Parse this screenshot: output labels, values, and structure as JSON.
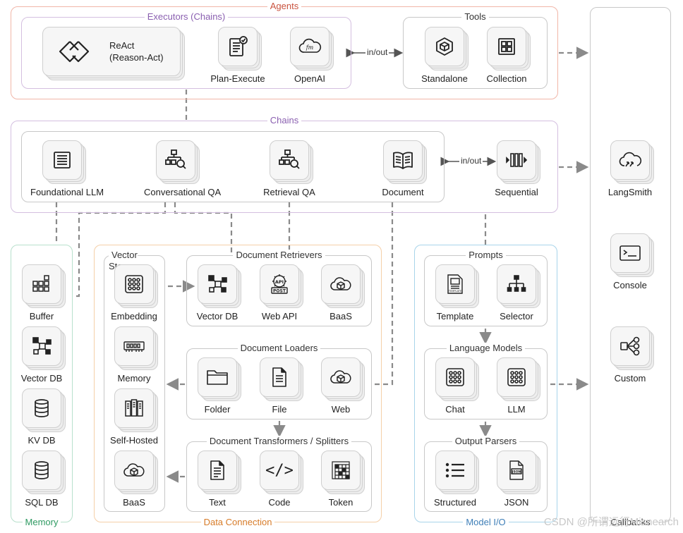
{
  "agents": {
    "title": "Agents",
    "executors": {
      "title": "Executors (Chains)",
      "react": {
        "line1": "ReAct",
        "line2": "(Reason-Act)"
      },
      "plan_execute": "Plan-Execute",
      "openai": "OpenAI"
    },
    "tools": {
      "title": "Tools",
      "standalone": "Standalone",
      "collection": "Collection"
    },
    "inout": "in/out"
  },
  "chains": {
    "title": "Chains",
    "foundational_llm": "Foundational LLM",
    "conversational_qa": "Conversational QA",
    "retrieval_qa": "Retrieval QA",
    "document": "Document",
    "sequential": "Sequential",
    "inout": "in/out"
  },
  "memory": {
    "title": "Memory",
    "buffer": "Buffer",
    "vector_db": "Vector DB",
    "kv_db": "KV DB",
    "sql_db": "SQL DB"
  },
  "data_connection": {
    "title": "Data Connection",
    "vector_stores": {
      "title": "Vector Stores",
      "embedding": "Embedding",
      "memory": "Memory",
      "self_hosted": "Self-Hosted",
      "baas": "BaaS"
    },
    "retrievers": {
      "title": "Document Retrievers",
      "vector_db": "Vector DB",
      "web_api": "Web API",
      "baas": "BaaS"
    },
    "loaders": {
      "title": "Document Loaders",
      "folder": "Folder",
      "file": "File",
      "web": "Web"
    },
    "transformers": {
      "title": "Document Transformers / Splitters",
      "text": "Text",
      "code": "Code",
      "token": "Token"
    }
  },
  "model_io": {
    "title": "Model I/O",
    "prompts": {
      "title": "Prompts",
      "template": "Template",
      "selector": "Selector"
    },
    "language_models": {
      "title": "Language Models",
      "chat": "Chat",
      "llm": "LLM"
    },
    "output_parsers": {
      "title": "Output Parsers",
      "structured": "Structured",
      "json": "JSON"
    }
  },
  "callbacks": {
    "title": "Callbacks",
    "langsmith": "LangSmith",
    "console": "Console",
    "custom": "Custom"
  },
  "icon_text": {
    "api": "API",
    "post": "POST",
    "template": "TEMPLATE",
    "json": "JSON",
    "code": "</>"
  },
  "watermark": "CSDN @所谓远行Misnearch",
  "colors": {
    "agents": "#f1b6a8",
    "chains": "#d4bfe0",
    "memory": "#b8e0cc",
    "data_connection": "#f5cfa8",
    "model_io": "#a8d4ea",
    "connector": "#8a8a8a"
  }
}
